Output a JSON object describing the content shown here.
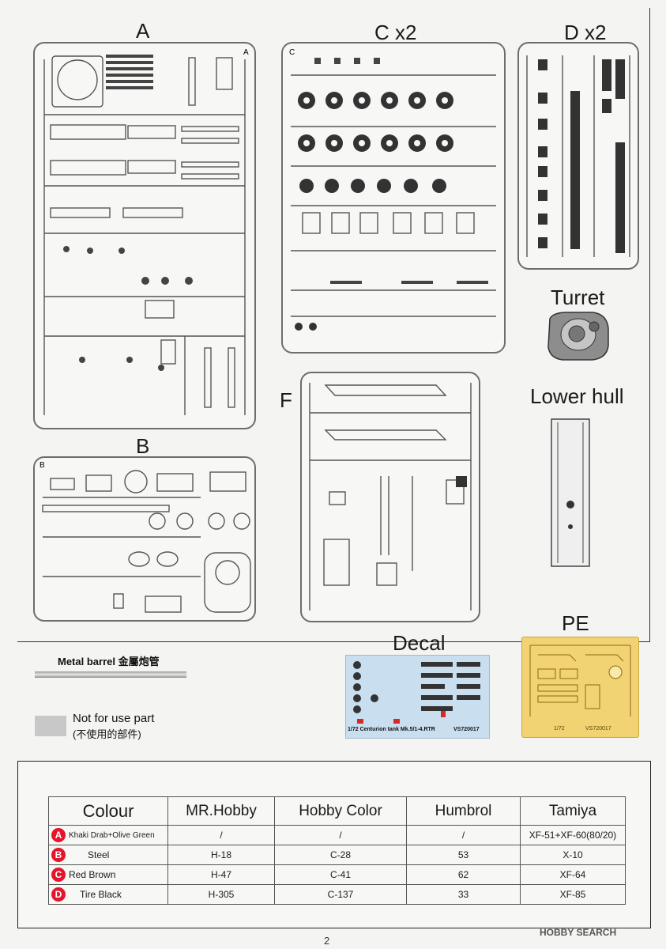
{
  "sprues": {
    "a": {
      "label": "A",
      "tag": "A"
    },
    "b": {
      "label": "B",
      "tag": "B"
    },
    "c": {
      "label": "C x2",
      "tag": "C"
    },
    "d": {
      "label": "D x2"
    },
    "f": {
      "label": "F"
    },
    "turret": {
      "label": "Turret"
    },
    "lower_hull": {
      "label": "Lower hull"
    },
    "decal": {
      "label": "Decal",
      "footer": "1/72 Centurion  tank Mk.5/1-4.RTR",
      "code": "VS720017"
    },
    "pe": {
      "label": "PE",
      "scale": "1/72",
      "code": "VS720017"
    }
  },
  "legend": {
    "metal_barrel": "Metal barrel  金屬炮管",
    "not_for_use": "Not for use part",
    "not_for_use_cn": "(不使用的部件)"
  },
  "color_table": {
    "headers": [
      "Colour",
      "MR.Hobby",
      "Hobby Color",
      "Humbrol",
      "Tamiya"
    ],
    "rows": [
      {
        "letter": "A",
        "name": "Khaki Drab+Olive Green",
        "mr_hobby": "/",
        "hobby_color": "/",
        "humbrol": "/",
        "tamiya": "XF-51+XF-60(80/20)"
      },
      {
        "letter": "B",
        "name": "Steel",
        "mr_hobby": "H-18",
        "hobby_color": "C-28",
        "humbrol": "53",
        "tamiya": "X-10"
      },
      {
        "letter": "C",
        "name": "Red Brown",
        "mr_hobby": "H-47",
        "hobby_color": "C-41",
        "humbrol": "62",
        "tamiya": "XF-64"
      },
      {
        "letter": "D",
        "name": "Tire Black",
        "mr_hobby": "H-305",
        "hobby_color": "C-137",
        "humbrol": "33",
        "tamiya": "XF-85"
      }
    ]
  },
  "page_number": "2",
  "watermark": "HOBBY SEARCH",
  "colors": {
    "badge": "#e5142b",
    "decal_bg": "#c9dff0",
    "pe_brass": "#f1d374"
  }
}
